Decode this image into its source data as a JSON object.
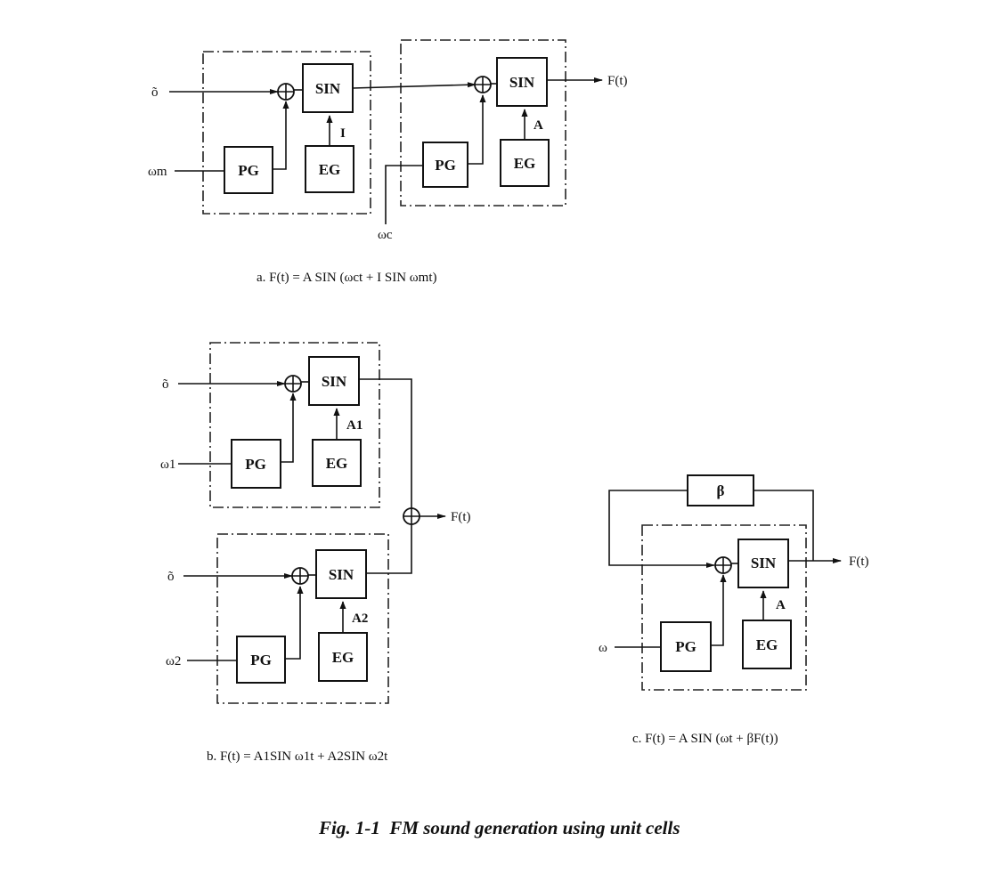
{
  "diagram_a": {
    "input_top": "õ",
    "input_mod": "ωm",
    "input_carrier": "ωc",
    "block_sin_1": "SIN",
    "block_pg_1": "PG",
    "block_eg_1": "EG",
    "gain_1": "I",
    "block_sin_2": "SIN",
    "block_pg_2": "PG",
    "block_eg_2": "EG",
    "gain_2": "A",
    "output": "F(t)",
    "formula": "a. F(t) = A SIN (ωct + I SIN ωmt)"
  },
  "diagram_b": {
    "input_1": "õ",
    "freq_1": "ω1",
    "block_sin_1": "SIN",
    "block_pg_1": "PG",
    "block_eg_1": "EG",
    "gain_1": "A1",
    "input_2": "õ",
    "freq_2": "ω2",
    "block_sin_2": "SIN",
    "block_pg_2": "PG",
    "block_eg_2": "EG",
    "gain_2": "A2",
    "output": "F(t)",
    "formula": "b. F(t) = A1SIN ω1t + A2SIN ω2t"
  },
  "diagram_c": {
    "block_beta": "β",
    "freq": "ω",
    "block_sin": "SIN",
    "block_pg": "PG",
    "block_eg": "EG",
    "gain": "A",
    "output": "F(t)",
    "formula": "c. F(t) = A SIN (ωt + βF(t))"
  },
  "figure_caption": "Fig. 1-1  FM sound generation using unit cells"
}
